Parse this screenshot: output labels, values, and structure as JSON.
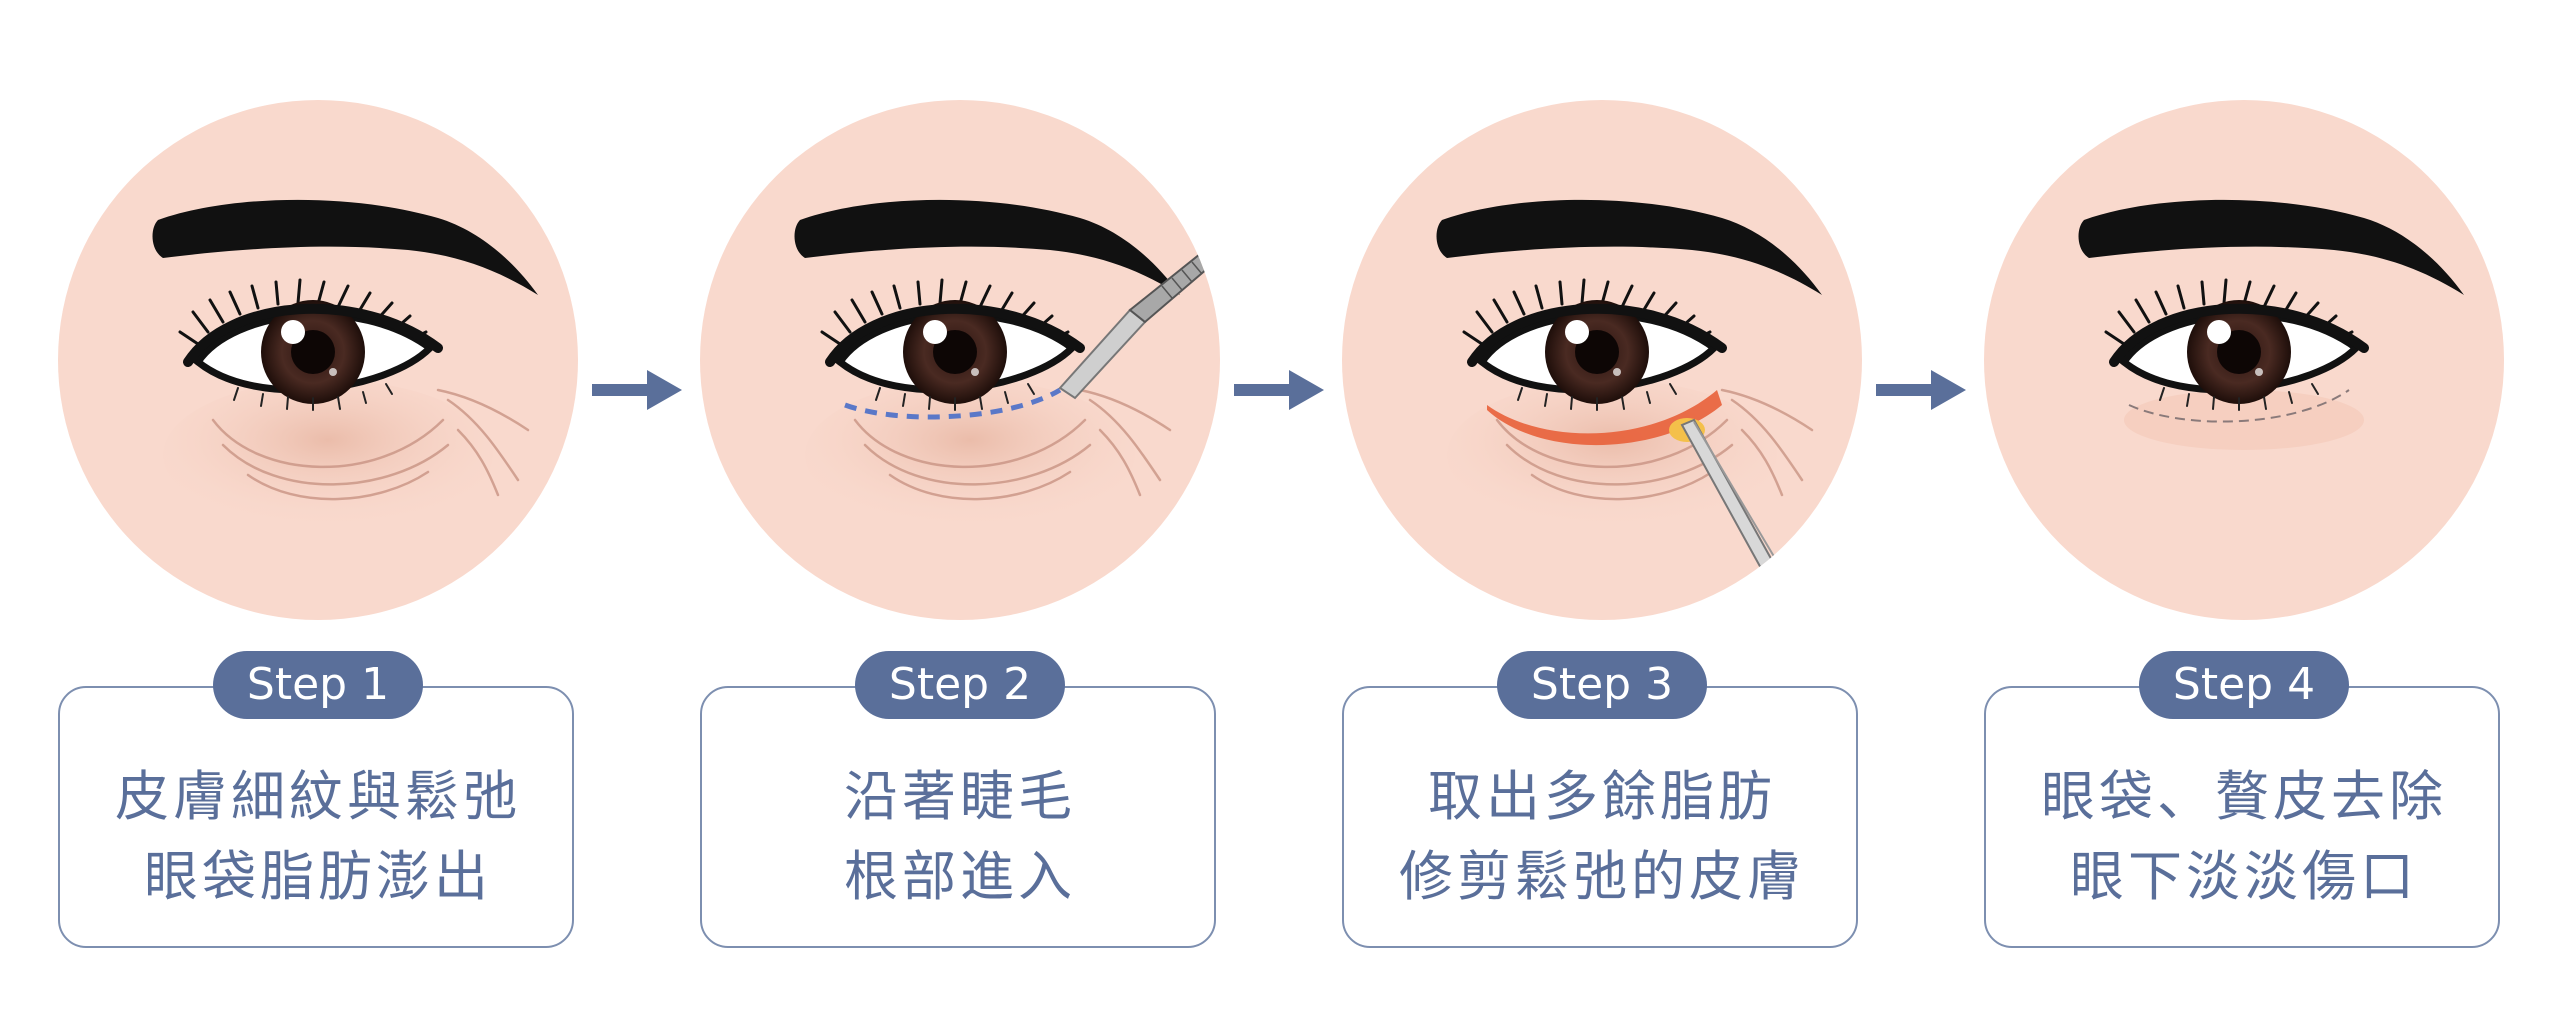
{
  "colors": {
    "accent": "#5a6f9a",
    "border": "#7d8fb0",
    "skin": "#f9d9cd",
    "incision": "#e8613a"
  },
  "steps": [
    {
      "label": "Step 1",
      "line1": "皮膚細紋與鬆弛",
      "line2": "眼袋脂肪澎出"
    },
    {
      "label": "Step 2",
      "line1": "沿著睫毛",
      "line2": "根部進入"
    },
    {
      "label": "Step 3",
      "line1": "取出多餘脂肪",
      "line2": "修剪鬆弛的皮膚"
    },
    {
      "label": "Step 4",
      "line1": "眼袋、贅皮去除",
      "line2": "眼下淡淡傷口"
    }
  ],
  "icons": {
    "arrow": "arrow-right-icon",
    "scalpel": "scalpel-icon",
    "forceps": "forceps-icon"
  }
}
